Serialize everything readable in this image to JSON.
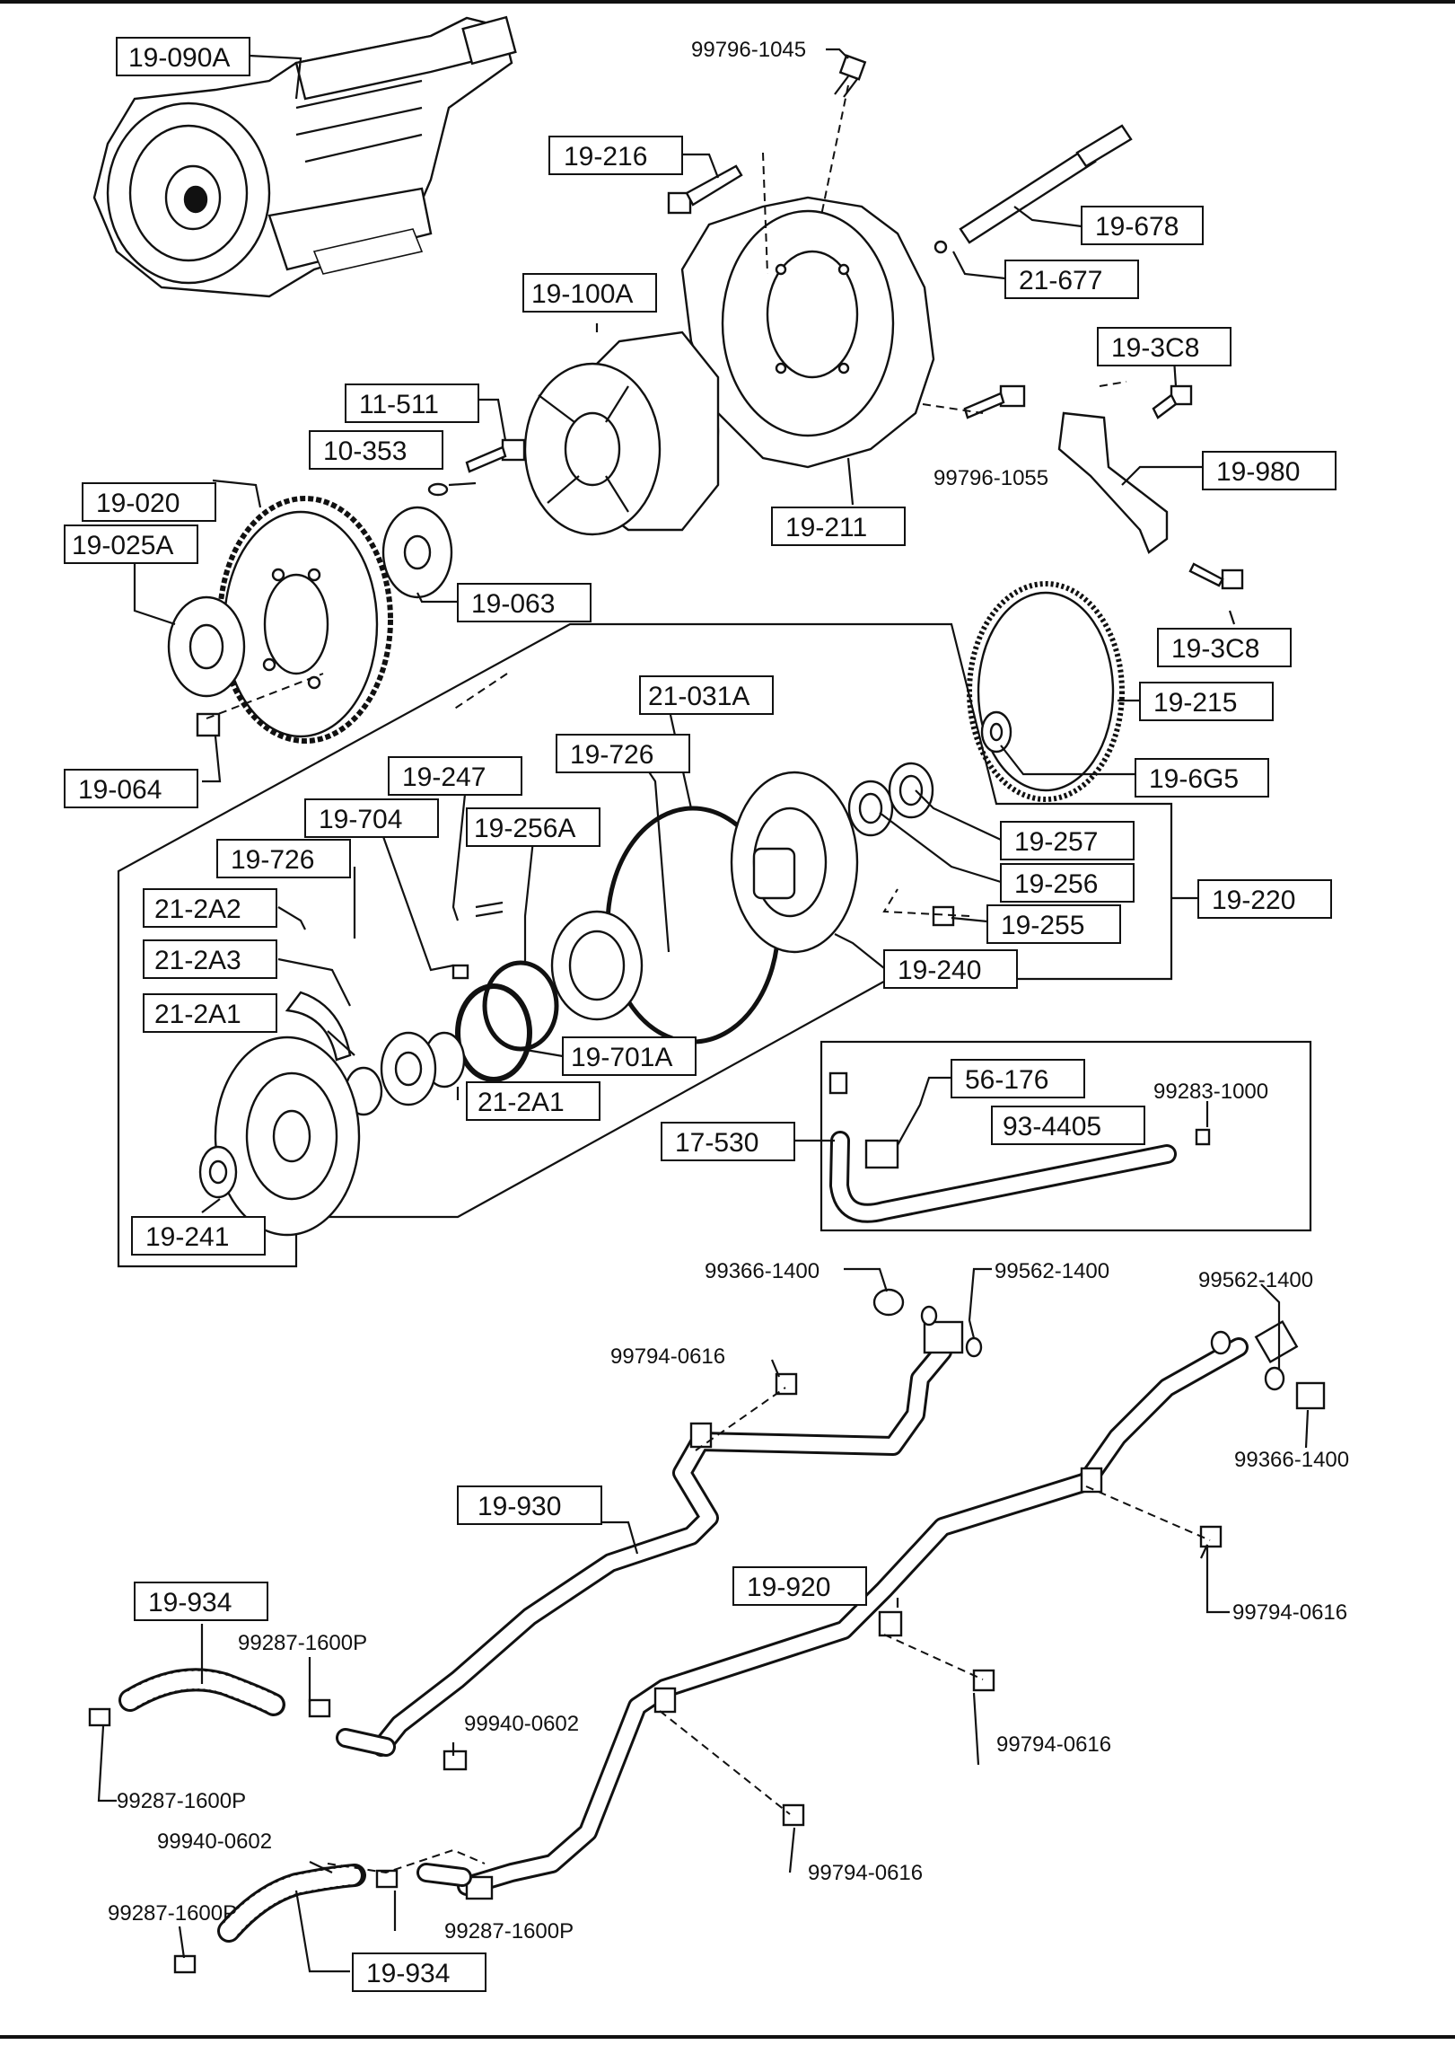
{
  "parts": {
    "p19_090A": "19-090A",
    "p99796_1045": "99796-1045",
    "p19_216": "19-216",
    "p19_678": "19-678",
    "p21_677": "21-677",
    "p19_100A": "19-100A",
    "p19_3C8_top": "19-3C8",
    "p11_511": "11-511",
    "p10_353": "10-353",
    "p99796_1055": "99796-1055",
    "p19_980": "19-980",
    "p19_020": "19-020",
    "p19_211": "19-211",
    "p19_025A": "19-025A",
    "p19_063": "19-063",
    "p19_3C8_bottom": "19-3C8",
    "p21_031A": "21-031A",
    "p19_215": "19-215",
    "p19_726_top": "19-726",
    "p19_247": "19-247",
    "p19_064": "19-064",
    "p19_6G5": "19-6G5",
    "p19_704": "19-704",
    "p19_256A": "19-256A",
    "p19_257": "19-257",
    "p19_726_left": "19-726",
    "p19_256": "19-256",
    "p21_2A2": "21-2A2",
    "p19_220": "19-220",
    "p19_255": "19-255",
    "p21_2A3": "21-2A3",
    "p19_240": "19-240",
    "p21_2A1_left": "21-2A1",
    "p19_701A": "19-701A",
    "p56_176": "56-176",
    "p99283_1000": "99283-1000",
    "p21_2A1_mid": "21-2A1",
    "p93_4405": "93-4405",
    "p17_530": "17-530",
    "p19_241": "19-241",
    "p99366_1400_top": "99366-1400",
    "p99562_1400_top": "99562-1400",
    "p99562_1400_right": "99562-1400",
    "p99794_0616_a": "99794-0616",
    "p99366_1400_right": "99366-1400",
    "p19_930": "19-930",
    "p19_934_top": "19-934",
    "p99287_1600P_a": "99287-1600P",
    "p19_920": "19-920",
    "p99794_0616_b": "99794-0616",
    "p99940_0602_a": "99940-0602",
    "p99794_0616_c": "99794-0616",
    "p99287_1600P_b": "99287-1600P",
    "p99940_0602_b": "99940-0602",
    "p99794_0616_d": "99794-0616",
    "p99287_1600P_c": "99287-1600P",
    "p99287_1600P_d": "99287-1600P",
    "p19_934_bottom": "19-934"
  }
}
